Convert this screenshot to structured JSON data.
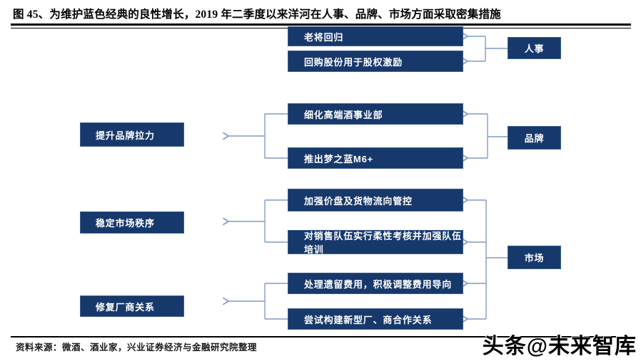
{
  "header": {
    "title": "图 45、为维护蓝色经典的良性增长，2019 年二季度以来洋河在人事、品牌、市场方面采取密集措施"
  },
  "diagram": {
    "groups": [
      {
        "category": "人事",
        "measures": [
          "老将回归",
          "回购股份用于股权激励"
        ]
      },
      {
        "category": "品牌",
        "outcome": "提升品牌拉力",
        "measures": [
          "细化高端酒事业部",
          "推出梦之蓝M6+"
        ]
      },
      {
        "category": "市场",
        "outcomes": [
          "稳定市场秩序",
          "修复厂商关系"
        ],
        "measures": [
          "加强价盘及货物流向管控",
          "对销售队伍实行柔性考核并加强队伍培训",
          "处理遗留费用，积极调整费用导向",
          "尝试构建新型厂、商合作关系"
        ]
      }
    ],
    "colors": {
      "box_fill": "#17386a",
      "box_text": "#ffffff",
      "connector": "#7f9cc4",
      "rule": "#000000"
    }
  },
  "footer": {
    "source": "资料来源：微酒、酒业家，兴业证券经济与金融研究院整理",
    "watermark": "头条@未来智库"
  }
}
